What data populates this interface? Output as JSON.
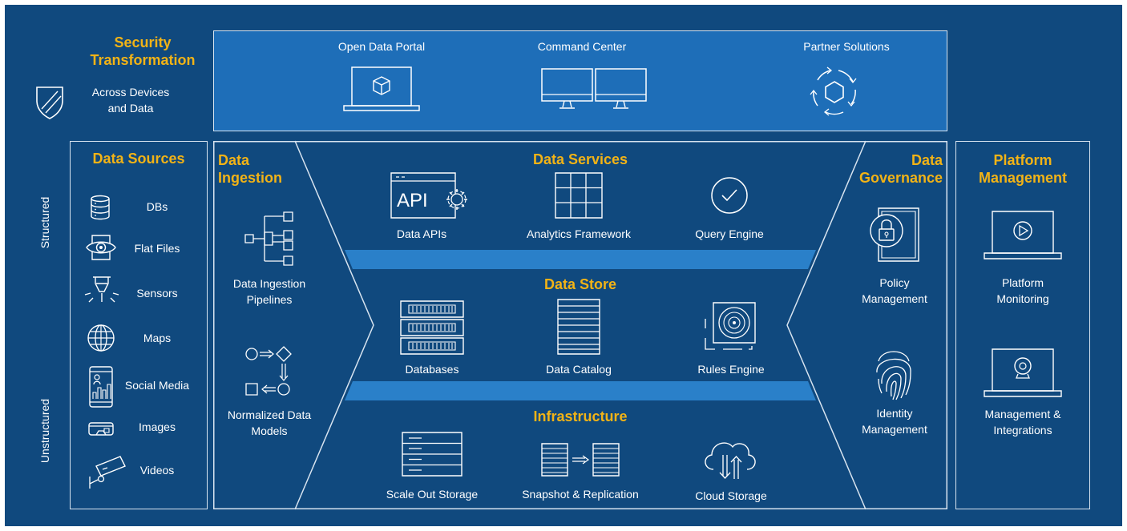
{
  "colors": {
    "background": "#10497e",
    "top_band": "#1e6eb8",
    "accent": "#f2b316",
    "bar": "#2a80c9",
    "line": "#d8e4f0"
  },
  "security": {
    "title_line1": "Security",
    "title_line2": "Transformation",
    "sub_line1": "Across Devices",
    "sub_line2": "and Data",
    "icon": "shield-icon"
  },
  "portal": {
    "items": [
      {
        "label": "Open Data Portal",
        "icon": "laptop-cube-icon"
      },
      {
        "label": "Command Center",
        "icon": "dual-monitor-icon"
      },
      {
        "label": "Partner Solutions",
        "icon": "hexagon-cycle-icon"
      }
    ]
  },
  "sources": {
    "title": "Data Sources",
    "structured_label": "Structured",
    "unstructured_label": "Unstructured",
    "items": [
      {
        "label": "DBs",
        "icon": "database-icon"
      },
      {
        "label": "Flat Files",
        "icon": "flat-file-icon"
      },
      {
        "label": "Sensors",
        "icon": "sensor-icon"
      },
      {
        "label": "Maps",
        "icon": "globe-icon"
      },
      {
        "label": "Social Media",
        "icon": "phone-chart-icon"
      },
      {
        "label": "Images",
        "icon": "vr-headset-icon"
      },
      {
        "label": "Videos",
        "icon": "security-camera-icon"
      }
    ]
  },
  "ingestion": {
    "title_line1": "Data",
    "title_line2": "Ingestion",
    "items": [
      {
        "line1": "Data Ingestion",
        "line2": "Pipelines",
        "icon": "pipeline-tree-icon"
      },
      {
        "line1": "Normalized Data",
        "line2": "Models",
        "icon": "flow-shapes-icon"
      }
    ]
  },
  "services": {
    "title": "Data Services",
    "items": [
      {
        "label": "Data APIs",
        "icon": "api-gear-icon",
        "icon_text": "API"
      },
      {
        "label": "Analytics Framework",
        "icon": "grid-icon"
      },
      {
        "label": "Query Engine",
        "icon": "check-circle-icon"
      }
    ]
  },
  "store": {
    "title": "Data Store",
    "items": [
      {
        "label": "Databases",
        "icon": "server-rack-icon"
      },
      {
        "label": "Data Catalog",
        "icon": "catalog-icon"
      },
      {
        "label": "Rules Engine",
        "icon": "disc-target-icon"
      }
    ]
  },
  "infrastructure": {
    "title": "Infrastructure",
    "items": [
      {
        "label": "Scale Out Storage",
        "icon": "storage-icon"
      },
      {
        "label": "Snapshot & Replication",
        "icon": "replication-icon"
      },
      {
        "label": "Cloud Storage",
        "icon": "cloud-transfer-icon"
      }
    ]
  },
  "governance": {
    "title_line1": "Data",
    "title_line2": "Governance",
    "items": [
      {
        "line1": "Policy",
        "line2": "Management",
        "icon": "lock-document-icon"
      },
      {
        "line1": "Identity",
        "line2": "Management",
        "icon": "fingerprint-icon"
      }
    ]
  },
  "platform": {
    "title_line1": "Platform",
    "title_line2": "Management",
    "items": [
      {
        "line1": "Platform",
        "line2": "Monitoring",
        "icon": "laptop-play-icon"
      },
      {
        "line1": "Management &",
        "line2": "Integrations",
        "icon": "laptop-webcam-icon"
      }
    ]
  }
}
